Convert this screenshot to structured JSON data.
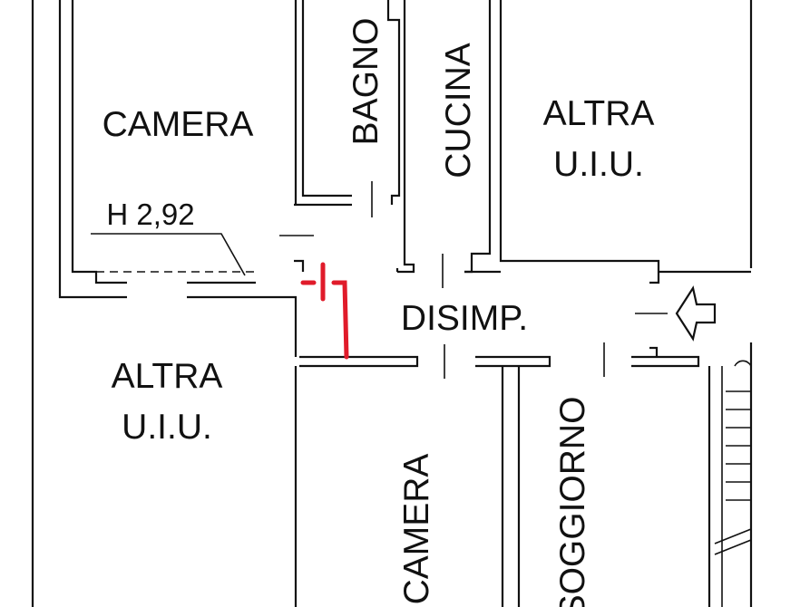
{
  "rooms": {
    "camera_top": "CAMERA",
    "bagno": "BAGNO",
    "cucina": "CUCINA",
    "altra_right_1": "ALTRA",
    "altra_right_2": "U.I.U.",
    "height_note": "H 2,92",
    "disimp": "DISIMP.",
    "altra_left_1": "ALTRA",
    "altra_left_2": "U.I.U.",
    "camera_bottom": "CAMERA",
    "soggiorno": "SOGGIORNO"
  },
  "colors": {
    "walls": "#111111",
    "marker": "#e01b2a",
    "background": "#ffffff"
  },
  "icons": {
    "entrance": "entrance-arrow-icon"
  }
}
